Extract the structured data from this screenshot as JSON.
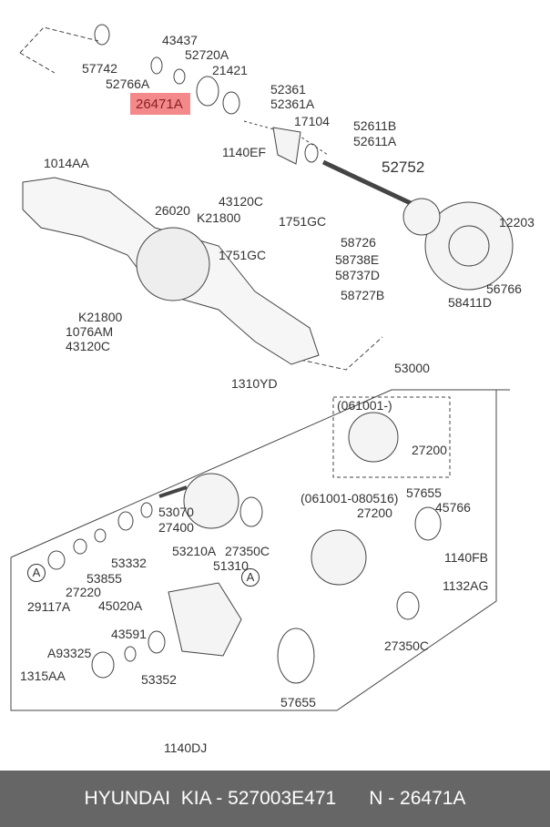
{
  "diagram": {
    "highlighted_part": "26471A",
    "highlight_color": "#f4898b",
    "labels": {
      "p57742": "57742",
      "p52766A": "52766A",
      "p43437": "43437",
      "p52720A": "52720A",
      "p21421": "21421",
      "p52361": "52361",
      "p52361A": "52361A",
      "p17104": "17104",
      "p1140EF": "1140EF",
      "p52611B": "52611B",
      "p52611A": "52611A",
      "p52752": "52752",
      "p1014AA": "1014AA",
      "p43120C_a": "43120C",
      "p26020": "26020",
      "pK21800_a": "K21800",
      "p1751GC_a": "1751GC",
      "p12203": "12203",
      "p58726": "58726",
      "p1751GC_b": "1751GC",
      "p58738E": "58738E",
      "p58737D": "58737D",
      "p58727B": "58727B",
      "p58411D": "58411D",
      "p56766": "56766",
      "pK21800_b": "K21800",
      "p1076AM": "1076AM",
      "p43120C_b": "43120C",
      "p1310YD": "1310YD",
      "p53000": "53000",
      "v061001": "(061001-)",
      "p27200_a": "27200",
      "v061001_080516": "(061001-080516)",
      "p27200_b": "27200",
      "p57655_a": "57655",
      "p45766": "45766",
      "p53070": "53070",
      "p27400": "27400",
      "p53210A": "53210A",
      "p27350C_a": "27350C",
      "p1140FB": "1140FB",
      "p53332": "53332",
      "p51310": "51310",
      "p53855": "53855",
      "p1132AG": "1132AG",
      "p27220": "27220",
      "p29117A": "29117A",
      "p45020A": "45020A",
      "p43591": "43591",
      "p27350C_b": "27350C",
      "pA93325": "A93325",
      "p53352": "53352",
      "p1315AA": "1315AA",
      "p57655_b": "57655",
      "p1140DJ": "1140DJ",
      "ref_a": "A"
    }
  },
  "footer": {
    "brand_part": "HYUNDAI  KIA - 527003E471",
    "oem_part": "N - 26471A"
  }
}
